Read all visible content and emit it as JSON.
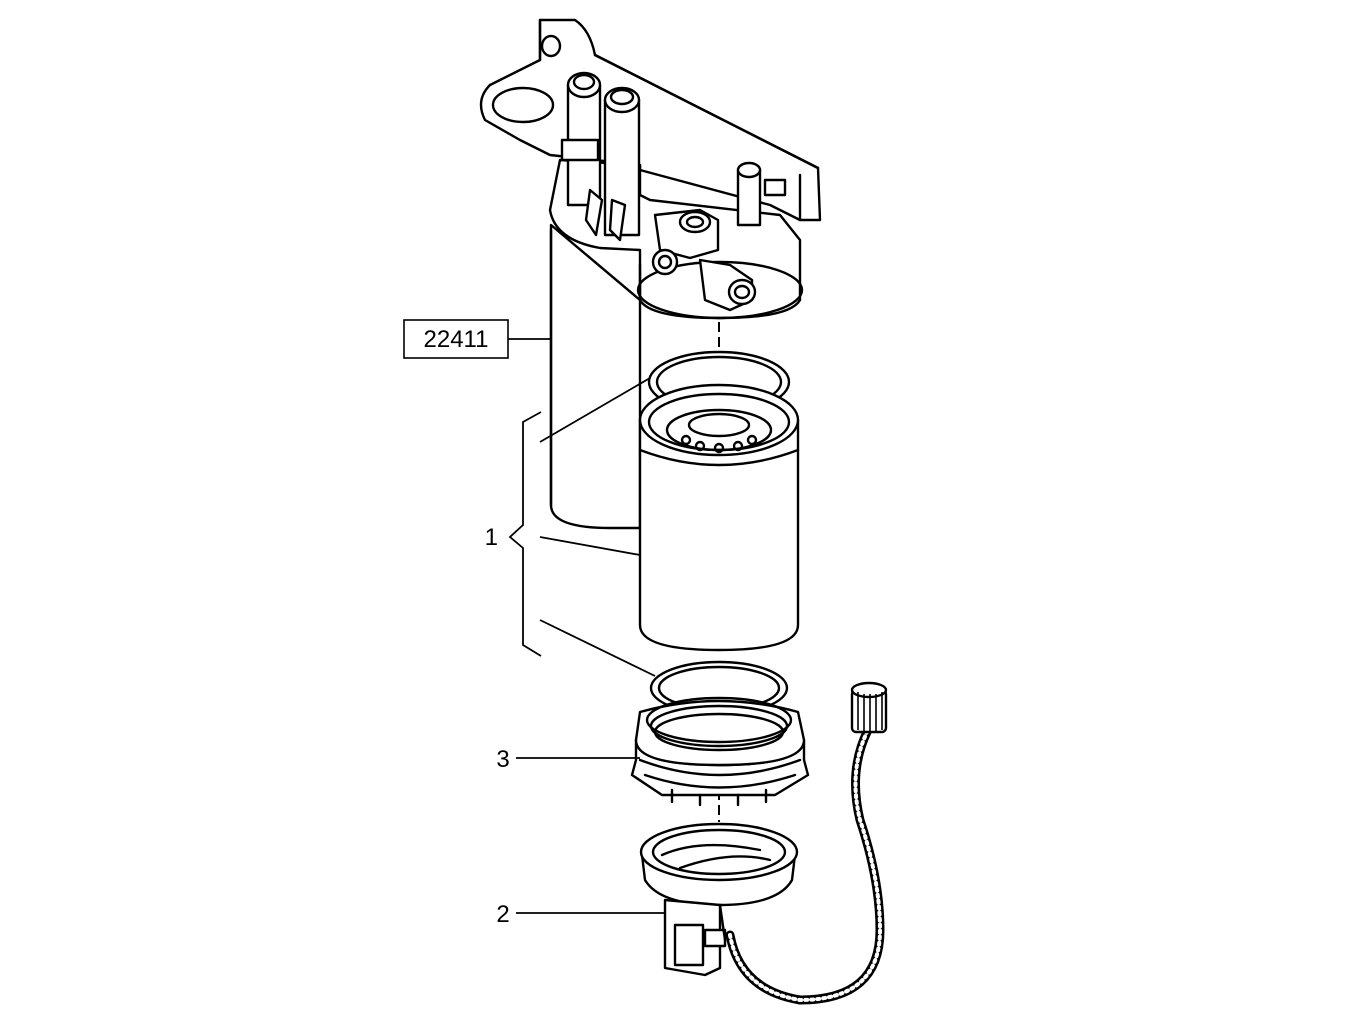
{
  "callouts": {
    "ref_box": "22411",
    "item_1": "1",
    "item_2": "2",
    "item_3": "3"
  }
}
